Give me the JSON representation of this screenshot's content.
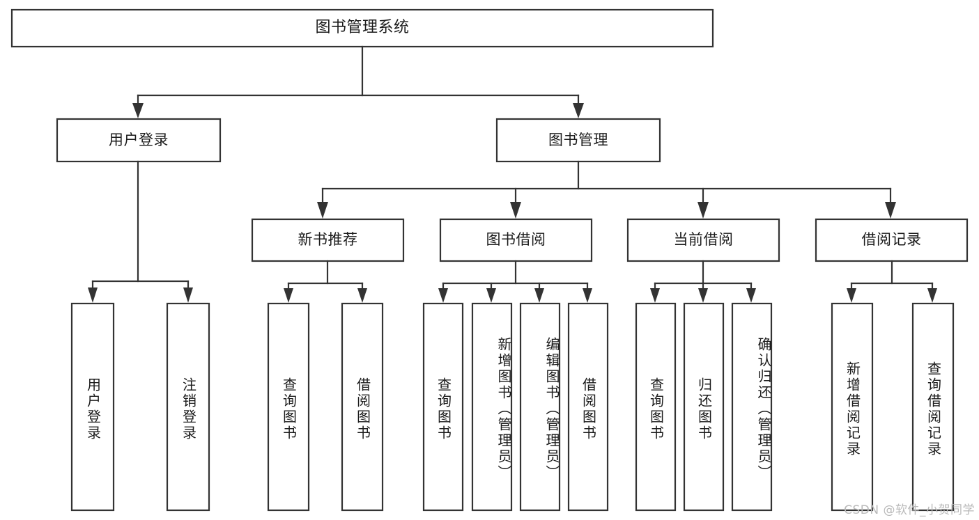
{
  "diagram": {
    "title": "图书管理系统",
    "type": "tree-hierarchy-chart",
    "colors": {
      "box_stroke": "#333333",
      "box_fill": "#ffffff",
      "text": "#1b1b1b",
      "background": "#ffffff",
      "watermark": "#b9b9b9"
    },
    "watermark": "CSDN @软件_小贺同学",
    "levels": {
      "root": {
        "label": "图书管理系统"
      },
      "level2": [
        {
          "id": "user-login",
          "label": "用户登录"
        },
        {
          "id": "book-management",
          "label": "图书管理"
        }
      ],
      "level3": [
        {
          "id": "new-book-recommend",
          "label": "新书推荐",
          "parent": "book-management"
        },
        {
          "id": "book-borrow",
          "label": "图书借阅",
          "parent": "book-management"
        },
        {
          "id": "current-borrow",
          "label": "当前借阅",
          "parent": "book-management"
        },
        {
          "id": "borrow-record",
          "label": "借阅记录",
          "parent": "book-management"
        }
      ],
      "leaves": [
        {
          "id": "leaf-user-login",
          "label": "用户登录",
          "parent": "user-login"
        },
        {
          "id": "leaf-logout-login",
          "label": "注销登录",
          "parent": "user-login"
        },
        {
          "id": "leaf-query-book-1",
          "label": "查询图书",
          "parent": "new-book-recommend"
        },
        {
          "id": "leaf-borrow-book-1",
          "label": "借阅图书",
          "parent": "new-book-recommend"
        },
        {
          "id": "leaf-query-book-2",
          "label": "查询图书",
          "parent": "book-borrow"
        },
        {
          "id": "leaf-add-book",
          "label": "新增图书（管理员）",
          "parent": "book-borrow"
        },
        {
          "id": "leaf-edit-book",
          "label": "编辑图书（管理员）",
          "parent": "book-borrow"
        },
        {
          "id": "leaf-borrow-book-2",
          "label": "借阅图书",
          "parent": "book-borrow"
        },
        {
          "id": "leaf-query-book-3",
          "label": "查询图书",
          "parent": "current-borrow"
        },
        {
          "id": "leaf-return-book",
          "label": "归还图书",
          "parent": "current-borrow"
        },
        {
          "id": "leaf-confirm-return",
          "label": "确认归还（管理员）",
          "parent": "current-borrow"
        },
        {
          "id": "leaf-add-record",
          "label": "新增借阅记录",
          "parent": "borrow-record"
        },
        {
          "id": "leaf-query-record",
          "label": "查询借阅记录",
          "parent": "borrow-record"
        }
      ]
    }
  }
}
